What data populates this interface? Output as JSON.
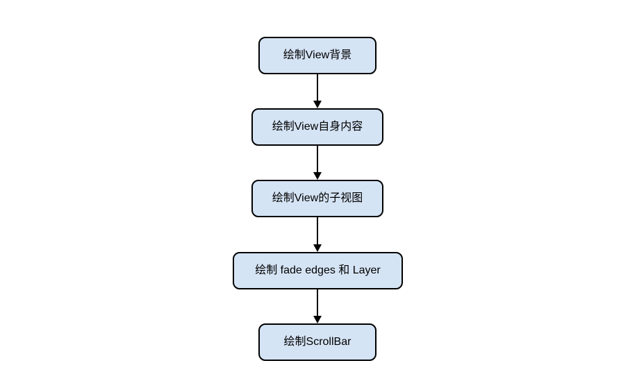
{
  "diagram": {
    "type": "flowchart",
    "direction": "top-down",
    "nodes": [
      {
        "id": "draw-view-background",
        "label": "绘制View背景"
      },
      {
        "id": "draw-view-own-content",
        "label": "绘制View自身内容"
      },
      {
        "id": "draw-view-children",
        "label": "绘制View的子视图"
      },
      {
        "id": "draw-fade-edges-layer",
        "label": "绘制 fade edges 和 Layer"
      },
      {
        "id": "draw-scrollbar",
        "label": "绘制ScrollBar"
      }
    ],
    "edges": [
      {
        "from": "draw-view-background",
        "to": "draw-view-own-content"
      },
      {
        "from": "draw-view-own-content",
        "to": "draw-view-children"
      },
      {
        "from": "draw-view-children",
        "to": "draw-fade-edges-layer"
      },
      {
        "from": "draw-fade-edges-layer",
        "to": "draw-scrollbar"
      }
    ],
    "colors": {
      "node_fill": "#d5e4f5",
      "node_border": "#000000",
      "arrow": "#000000",
      "background": "#ffffff",
      "text": "#000000"
    }
  }
}
